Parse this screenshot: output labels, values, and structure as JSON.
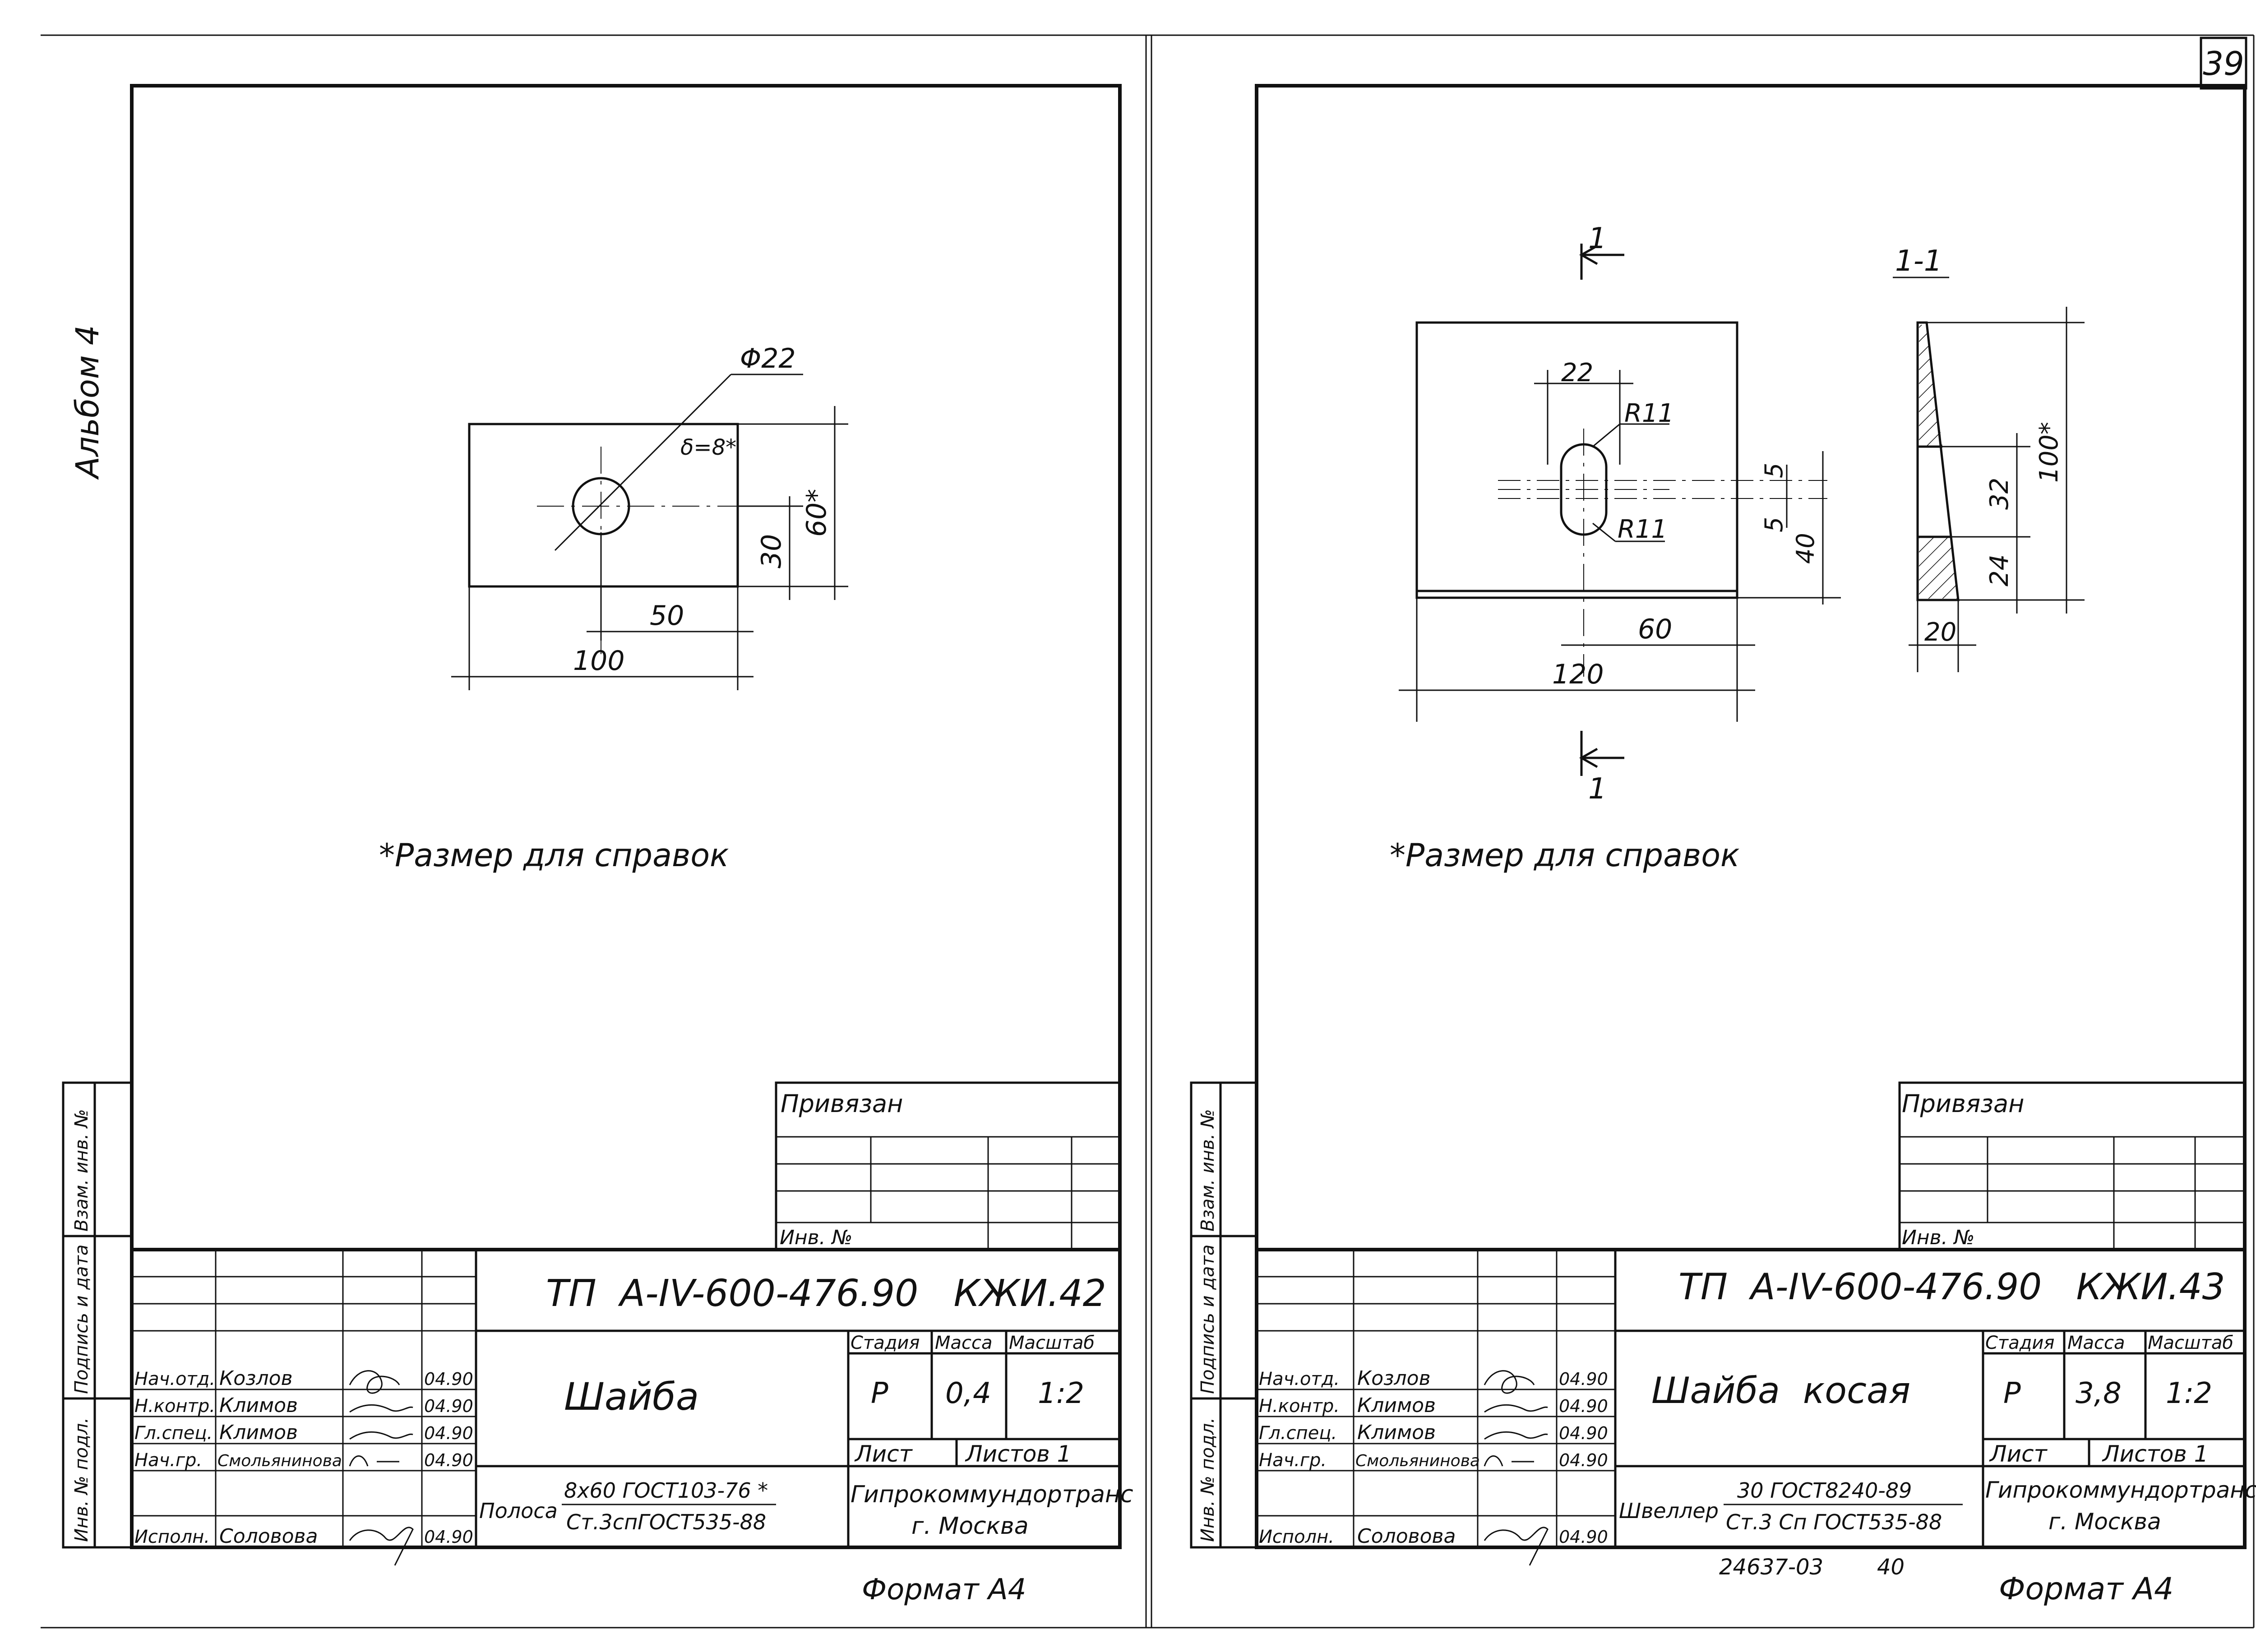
{
  "page_number": "39",
  "album_label": "Альбом 4",
  "left_sheet": {
    "dims": {
      "diameter": "Φ22",
      "thickness": "δ=8*",
      "height_ref": "60*",
      "hole_y": "30",
      "hole_x": "50",
      "width": "100"
    },
    "note": "*Размер для справок",
    "attached": "Привязан",
    "inv_no": "Инв. №",
    "doc_code": "ТП  А-IV-600-476.90   КЖИ.42",
    "title": "Шайба",
    "header_stage": "Стадия",
    "header_mass": "Масса",
    "header_scale": "Масштаб",
    "stage": "Р",
    "mass": "0,4",
    "scale": "1:2",
    "sheet_label": "Лист",
    "sheets_label": "Листов 1",
    "org_line1": "Гипрокоммундортранс",
    "org_line2": "г. Москва",
    "material_prefix": "Полоса",
    "material_top": "8x60 ГОСТ103-76 *",
    "material_bottom": "Ст.3спГОСТ535-88",
    "format": "Формат А4",
    "signers": [
      {
        "role": "Нач.отд.",
        "name": "Козлов",
        "date": "04.90"
      },
      {
        "role": "Н.контр.",
        "name": "Климов",
        "date": "04.90"
      },
      {
        "role": "Гл.спец.",
        "name": "Климов",
        "date": "04.90"
      },
      {
        "role": "Нач.гр.",
        "name": "Смольянинова",
        "date": "04.90"
      },
      {
        "role": "Исполн.",
        "name": "Соловова",
        "date": "04.90"
      }
    ],
    "side_stamp": [
      "Инв. № подл.",
      "Подпись и дата",
      "Взам. инв. №"
    ]
  },
  "right_sheet": {
    "section_mark": "1",
    "section_title": "1-1",
    "dims": {
      "hole_w": "22",
      "r_top": "R11",
      "r_bottom": "R11",
      "gap_top": "5",
      "gap_bottom": "5",
      "h40": "40",
      "w60": "60",
      "w120": "120",
      "h100": "100*",
      "h32": "32",
      "h24": "24",
      "w20": "20"
    },
    "note": "*Размер для справок",
    "attached": "Привязан",
    "inv_no": "Инв. №",
    "doc_code": "ТП  А-IV-600-476.90   КЖИ.43",
    "title": "Шайба  косая",
    "header_stage": "Стадия",
    "header_mass": "Масса",
    "header_scale": "Масштаб",
    "stage": "Р",
    "mass": "3,8",
    "scale": "1:2",
    "sheet_label": "Лист",
    "sheets_label": "Листов 1",
    "org_line1": "Гипрокоммундортранс",
    "org_line2": "г. Москва",
    "material_prefix": "Швеллер",
    "material_top": "30 ГОСТ8240-89",
    "material_bottom": "Ст.3 Сп ГОСТ535-88",
    "archive_no": "24637-03",
    "archive_page": "40",
    "format": "Формат А4",
    "signers": [
      {
        "role": "Нач.отд.",
        "name": "Козлов",
        "date": "04.90"
      },
      {
        "role": "Н.контр.",
        "name": "Климов",
        "date": "04.90"
      },
      {
        "role": "Гл.спец.",
        "name": "Климов",
        "date": "04.90"
      },
      {
        "role": "Нач.гр.",
        "name": "Смольянинова",
        "date": "04.90"
      },
      {
        "role": "Исполн.",
        "name": "Соловова",
        "date": "04.90"
      }
    ],
    "side_stamp": [
      "Инв. № подл.",
      "Подпись и дата",
      "Взам. инв. №"
    ]
  }
}
